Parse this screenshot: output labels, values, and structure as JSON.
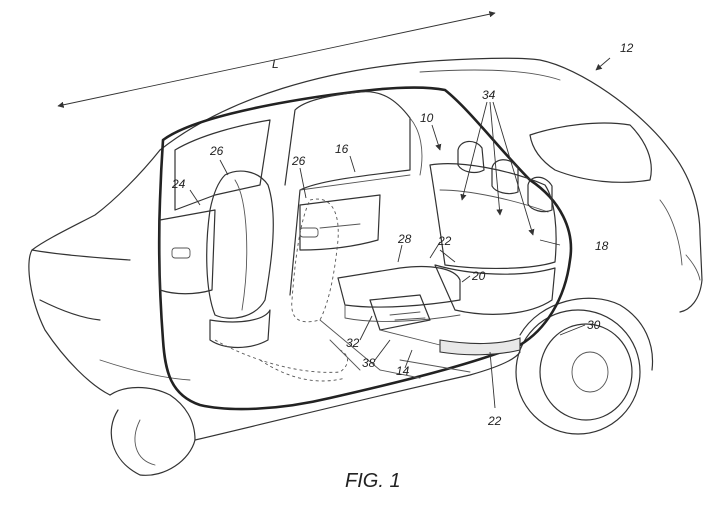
{
  "figure": {
    "caption": "FIG. 1",
    "labels": {
      "length": "L",
      "vehicle": "12",
      "cabin": "10",
      "headrests": "34",
      "front_seat": "26",
      "front_seat_2": "26",
      "door": "16",
      "front_door": "24",
      "rear_seat": "18",
      "track_top": "22",
      "track_bottom": "22",
      "cushion_arm": "28",
      "seat_cushion": "20",
      "rocker": "30",
      "rail": "32",
      "sill": "38",
      "floor": "14"
    }
  }
}
